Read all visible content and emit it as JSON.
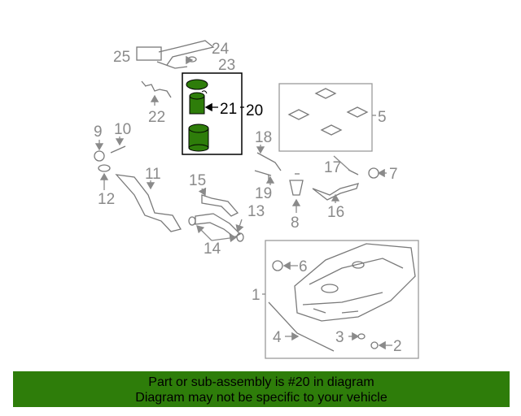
{
  "diagram": {
    "callouts": [
      "25",
      "24",
      "23",
      "22",
      "21",
      "20",
      "5",
      "9",
      "10",
      "18",
      "17",
      "7",
      "11",
      "12",
      "15",
      "19",
      "16",
      "13",
      "8",
      "14",
      "6",
      "1",
      "4",
      "3",
      "2"
    ],
    "highlight_color": "#2e7d0a",
    "highlighted_part": "20"
  },
  "banner": {
    "line1": "Part or sub-assembly is #20 in diagram",
    "line2": "Diagram may not be specific to your vehicle",
    "background": "#2e7d0a"
  }
}
